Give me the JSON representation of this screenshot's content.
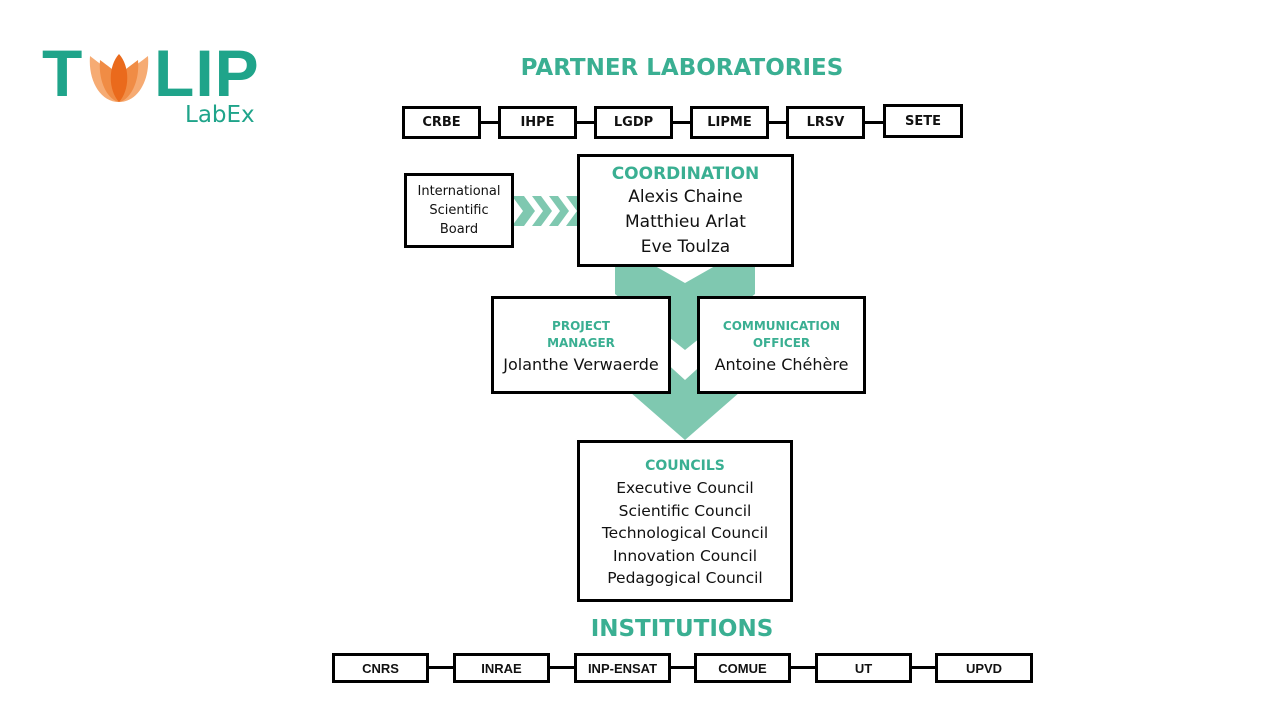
{
  "logo": {
    "main": "TULIP",
    "letter_t": "T",
    "letters_rest": "LIP",
    "sub": "LabEx",
    "colors": {
      "text": "#1fa48a",
      "petal_light": "#f6ab73",
      "petal_mid": "#f08c45",
      "petal_dark": "#ea6a1c"
    }
  },
  "colors": {
    "accent": "#3aaf92",
    "arrow": "#7fc8b0",
    "border": "#000000"
  },
  "partner_labs": {
    "title": "PARTNER LABORATORIES",
    "items": [
      "CRBE",
      "IHPE",
      "LGDP",
      "LIPME",
      "LRSV",
      "SETE"
    ]
  },
  "board": {
    "lines": [
      "International",
      "Scientific",
      "Board"
    ]
  },
  "coordination": {
    "title": "COORDINATION",
    "members": [
      "Alexis Chaine",
      "Matthieu Arlat",
      "Eve Toulza"
    ]
  },
  "project_manager": {
    "title_lines": [
      "PROJECT",
      "MANAGER"
    ],
    "name": "Jolanthe Verwaerde"
  },
  "communication_officer": {
    "title_lines": [
      "COMMUNICATION",
      "OFFICER"
    ],
    "name": "Antoine Chéhère"
  },
  "councils": {
    "title": "COUNCILS",
    "items": [
      "Executive Council",
      "Scientific Council",
      "Technological Council",
      "Innovation Council",
      "Pedagogical Council"
    ]
  },
  "institutions": {
    "title": "INSTITUTIONS",
    "items": [
      "CNRS",
      "INRAE",
      "INP-ENSAT",
      "COMUE",
      "UT",
      "UPVD"
    ]
  }
}
